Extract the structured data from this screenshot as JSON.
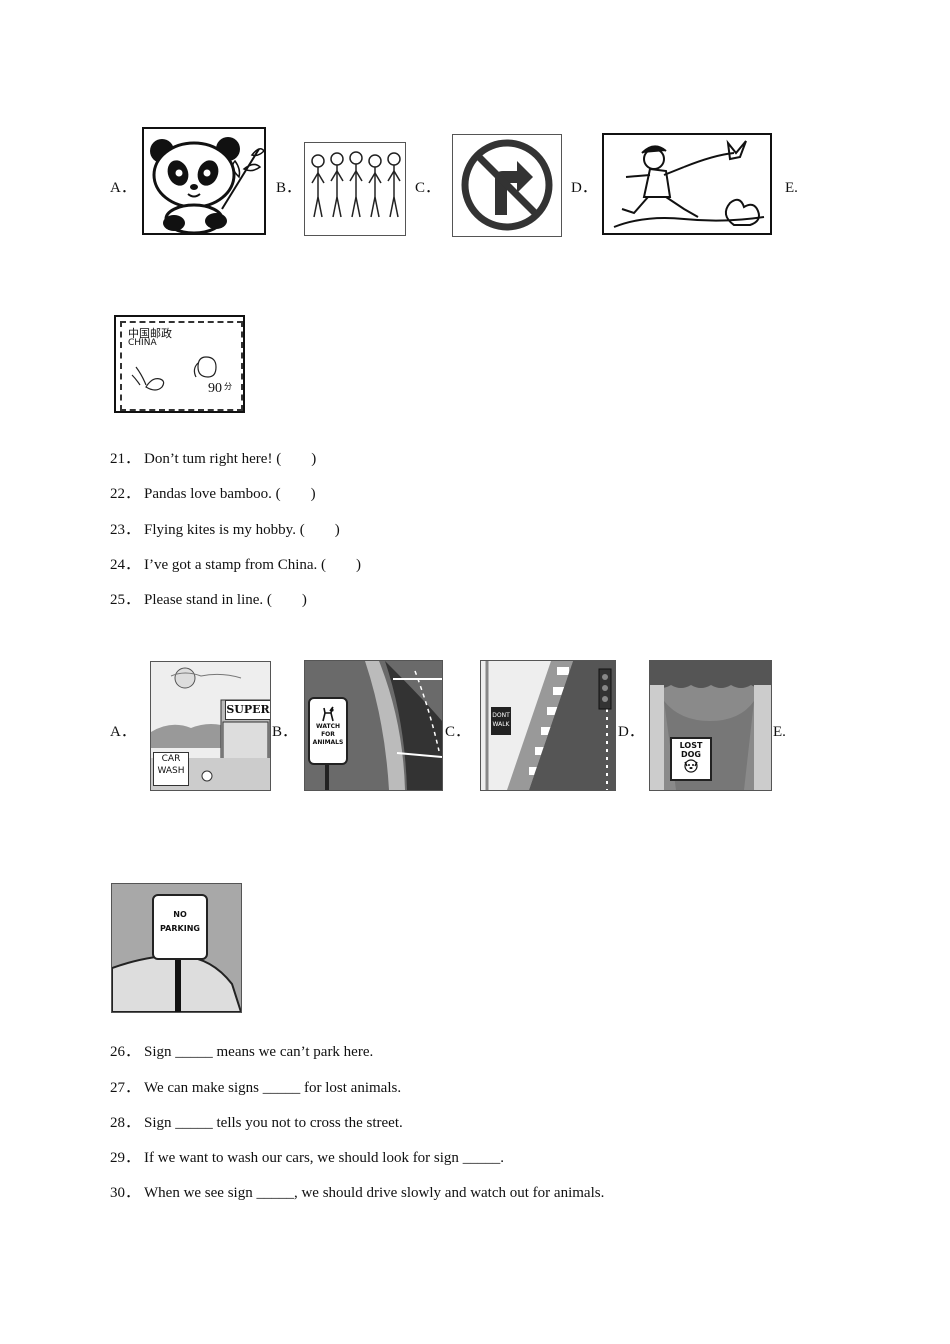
{
  "section1": {
    "option_labels": [
      "A．",
      "B．",
      "C．",
      "D．",
      "E."
    ],
    "stamp_text": {
      "country_cn": "中国邮政",
      "country_en": "CHINA",
      "value": "90",
      "value_unit": "分"
    },
    "questions": [
      {
        "number": "21．",
        "text": "Don’t tum right here! (        )"
      },
      {
        "number": "22．",
        "text": "Pandas love bamboo. (        )"
      },
      {
        "number": "23．",
        "text": "Flying kites is my hobby. (        )"
      },
      {
        "number": "24．",
        "text": "I’ve got a stamp from China. (        )"
      },
      {
        "number": "25．",
        "text": "Please stand in line. (        )"
      }
    ]
  },
  "section2": {
    "option_labels": [
      "A．",
      "B．",
      "C．",
      "D．",
      "E."
    ],
    "sign_texts": {
      "car_wash_1": "CAR",
      "car_wash_2": "WASH",
      "store": "SUPER",
      "animals_1": "WATCH",
      "animals_2": "FOR",
      "animals_3": "ANIMALS",
      "dont_walk_1": "DONT",
      "dont_walk_2": "WALK",
      "lost_dog_1": "LOST",
      "lost_dog_2": "DOG",
      "no_parking_1": "NO",
      "no_parking_2": "PARKING"
    },
    "questions": [
      {
        "number": "26．",
        "before": "Sign ",
        "blank": "_____",
        "after": " means we can’t park here."
      },
      {
        "number": "27．",
        "before": "We can make signs ",
        "blank": "_____",
        "after": " for lost animals."
      },
      {
        "number": "28．",
        "before": "Sign ",
        "blank": "_____",
        "after": " tells you not to cross the street."
      },
      {
        "number": "29．",
        "before": "If we want to wash our cars, we should look for sign ",
        "blank": "_____",
        "after": "."
      },
      {
        "number": "30．",
        "before": "When we see sign ",
        "blank": "_____",
        "after": ", we should drive slowly and watch out for animals."
      }
    ]
  }
}
